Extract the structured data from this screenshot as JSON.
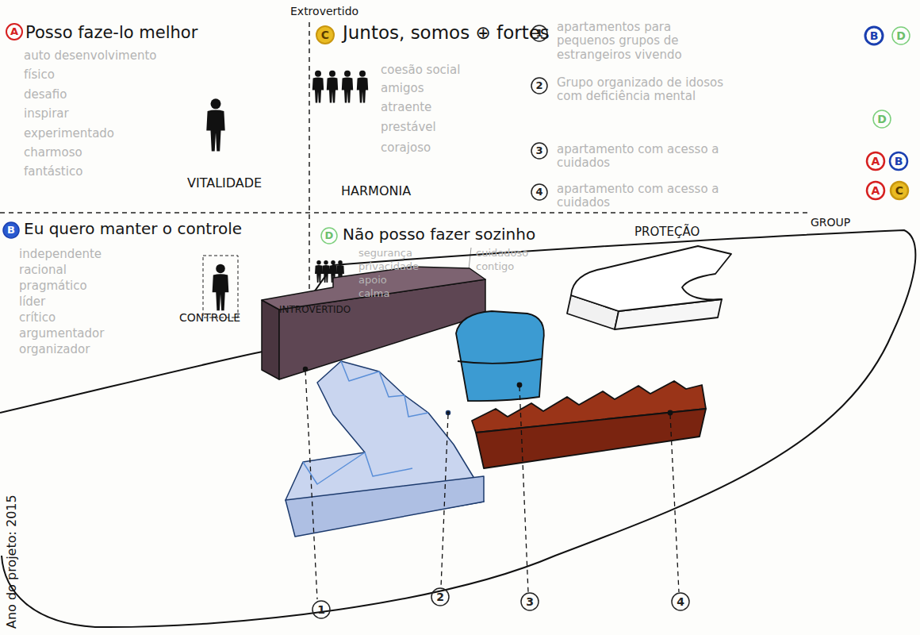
{
  "diagram": {
    "nodes": [
      {
        "text": [
          "A"
        ]
      },
      {
        "text": [
          "C"
        ]
      },
      {
        "text": [
          "1"
        ]
      },
      {
        "text": [
          "B"
        ]
      },
      {
        "text": [
          "D"
        ]
      },
      {
        "text": [
          "2"
        ]
      },
      {
        "text": [
          "D"
        ]
      },
      {
        "text": [
          "3"
        ]
      },
      {
        "text": [
          "A"
        ]
      },
      {
        "text": [
          "B"
        ]
      },
      {
        "text": [
          "4"
        ]
      },
      {
        "text": [
          "A"
        ]
      },
      {
        "text": [
          "C"
        ]
      },
      {
        "text": [
          "B"
        ]
      },
      {
        "text": [
          "D"
        ]
      },
      {
        "text": [
          "1"
        ]
      },
      {
        "text": [
          "2"
        ]
      },
      {
        "text": [
          "3"
        ]
      },
      {
        "text": [
          "4"
        ]
      }
    ],
    "labels": [
      "Extrovertido",
      "Posso faze-lo melhor",
      "auto desenvolvimento",
      "físico",
      "desafio",
      "inspirar",
      "experimentado",
      "charmoso",
      "fantástico",
      "VITALIDADE",
      "Juntos, somos ⊕ fortes",
      "coesão social",
      "amigos",
      "atraente",
      "prestável",
      "corajoso",
      "HARMONIA",
      "apartamentos para pequenos grupos de estrangeiros vivendo",
      "Grupo organizado de idosos com deficiência mental",
      "apartamento com acesso a cuidados",
      "apartamento com acesso a cuidados",
      "GROUP",
      "Eu quero manter o controle",
      "independente",
      "racional",
      "pragmático",
      "líder",
      "crítico",
      "argumentador",
      "organizador",
      "CONTROLE",
      "Não posso fazer sozinho",
      "segurança",
      "privacidade",
      "apoio",
      "calma",
      "cuidadoso",
      "contigo",
      "PROTEÇÃO",
      "INTROVERTIDO",
      "Ano do projeto: 2015"
    ]
  }
}
